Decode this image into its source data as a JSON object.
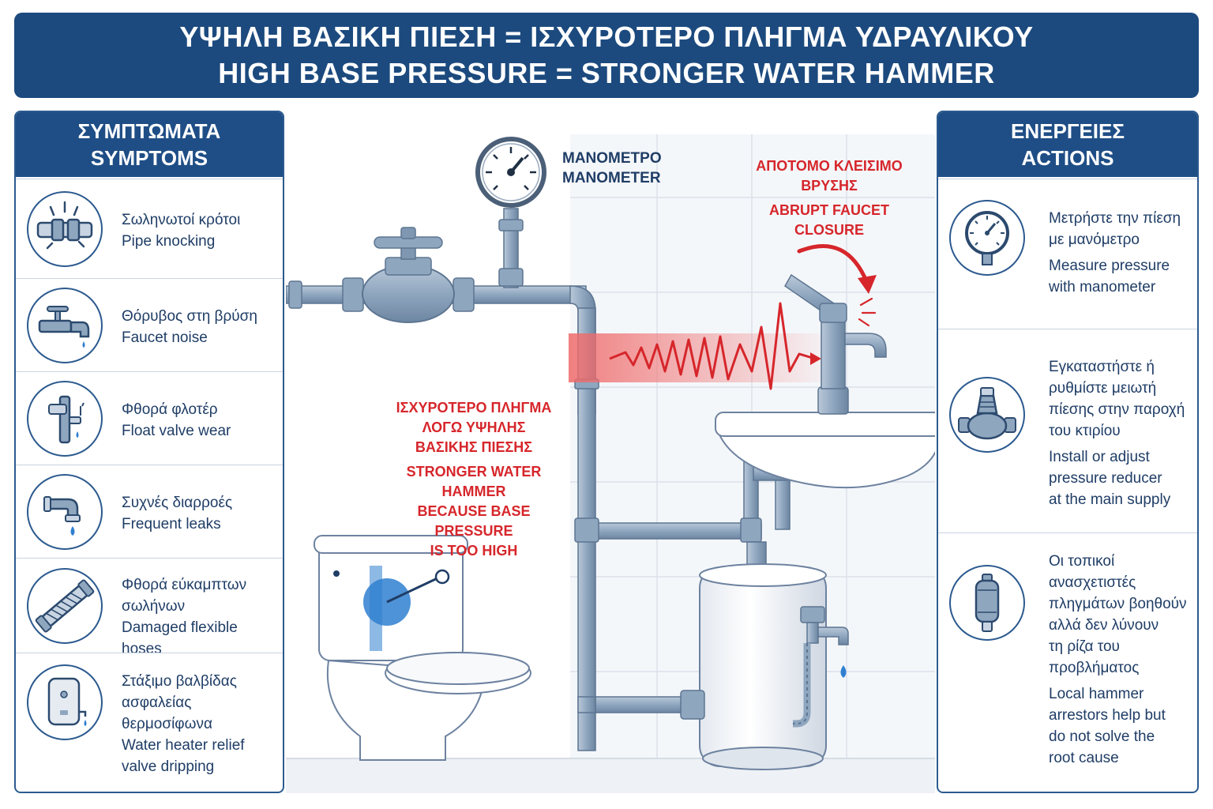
{
  "banner": {
    "title_gr": "ΥΨΗΛΗ ΒΑΣΙΚΗ ΠΙΕΣΗ = ΙΣΧΥΡΟΤΕΡΟ ΠΛΗΓΜΑ ΥΔΡΑΥΛΙΚΟΥ",
    "title_en": "HIGH BASE PRESSURE = STRONGER WATER HAMMER"
  },
  "symptoms": {
    "head_gr": "ΣΥΜΠΤΩΜΑΤΑ",
    "head_en": "SYMPTOMS",
    "items": [
      {
        "gr": "Σωληνωτοί κρότοι",
        "en": "Pipe knocking",
        "icon": "pipe-knock-icon"
      },
      {
        "gr": "Θόρυβος στη βρύση",
        "en": "Faucet noise",
        "icon": "faucet-icon"
      },
      {
        "gr": "Φθορά φλοτέρ",
        "en": "Float valve wear",
        "icon": "float-valve-icon"
      },
      {
        "gr": "Συχνές διαρροές",
        "en": "Frequent leaks",
        "icon": "leak-icon"
      },
      {
        "gr1": "Φθορά εύκαμπτων",
        "gr2": "σωλήνων",
        "en": "Damaged flexible hoses",
        "icon": "flex-hose-icon"
      },
      {
        "gr1": "Στάξιμο βαλβίδας",
        "gr2": "ασφαλείας θερμοσίφωνα",
        "en1": "Water heater relief",
        "en2": "valve dripping",
        "icon": "water-heater-icon"
      }
    ]
  },
  "actions": {
    "head_gr": "ΕΝΕΡΓΕΙΕΣ",
    "head_en": "ACTIONS",
    "items": [
      {
        "gr1": "Μετρήστε την πίεση",
        "gr2": "με μανόμετρο",
        "en1": "Measure pressure",
        "en2": "with manometer",
        "icon": "manometer-icon"
      },
      {
        "gr1": "Εγκαταστήστε ή",
        "gr2": "ρυθμίστε μειωτή",
        "gr3": "πίεσης στην παροχή",
        "gr4": "του κτιρίου",
        "en1": "Install or adjust",
        "en2": "pressure reducer",
        "en3": "at the main supply",
        "icon": "pressure-reducer-icon"
      },
      {
        "gr1": "Οι τοπικοί",
        "gr2": "ανασχετιστές",
        "gr3": "πληγμάτων βοηθούν",
        "gr4": "αλλά δεν λύνουν",
        "gr5": "τη ρίζα του",
        "gr6": "προβλήματος",
        "en1": "Local hammer",
        "en2": "arrestors help but",
        "en3": "do not solve the",
        "en4": "root cause",
        "icon": "hammer-arrestor-icon"
      }
    ]
  },
  "scene": {
    "manometer_gr": "ΜΑΝΟΜΕΤΡΟ",
    "manometer_en": "MANOMETER",
    "closure_gr1": "ΑΠΟΤΟΜΟ ΚΛΕΙΣΙΜΟ",
    "closure_gr2": "ΒΡΥΣΗΣ",
    "closure_en1": "ABRUPT FAUCET",
    "closure_en2": "CLOSURE",
    "hammer_gr1": "ΙΣΧΥΡΟΤΕΡΟ ΠΛΗΓΜΑ",
    "hammer_gr2": "ΛΟΓΩ ΥΨΗΛΗΣ",
    "hammer_gr3": "ΒΑΣΙΚΗΣ ΠΙΕΣΗΣ",
    "hammer_en1": "STRONGER WATER HAMMER",
    "hammer_en2": "BECAUSE BASE PRESSURE",
    "hammer_en3": "IS TOO HIGH"
  },
  "colors": {
    "navy": "#1c4a7e",
    "pipe": "#8fa6bf",
    "alert_red": "#d6262b",
    "text_blue": "#1f3d66",
    "water_blue": "#2f7fd0"
  }
}
